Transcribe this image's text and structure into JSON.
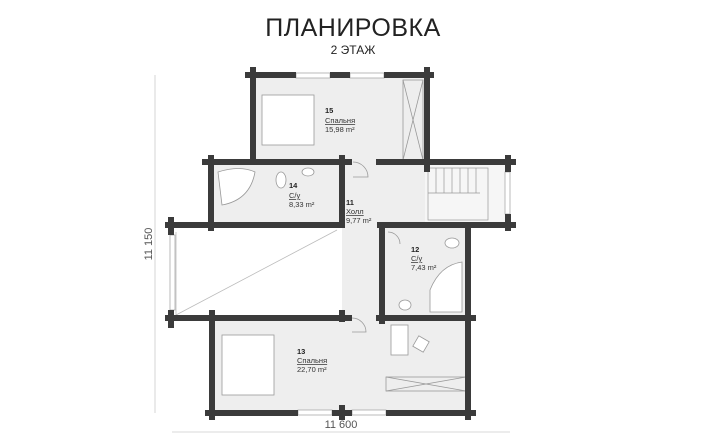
{
  "header": {
    "title": "ПЛАНИРОВКА",
    "subtitle": "2 ЭТАЖ"
  },
  "rooms": [
    {
      "number": "15",
      "name": "Спальня",
      "area": "15,98 m²"
    },
    {
      "number": "14",
      "name": "С/у",
      "area": "8,33 m²"
    },
    {
      "number": "11",
      "name": "Холл",
      "area": "9,77 m²"
    },
    {
      "number": "12",
      "name": "С/у",
      "area": "7,43 m²"
    },
    {
      "number": "13",
      "name": "Спальня",
      "area": "22,70 m²"
    }
  ],
  "dimensions": {
    "height": "11 150",
    "width": "11 600"
  },
  "colors": {
    "wall": "#3b3b3b",
    "floor": "#eeeeee"
  }
}
